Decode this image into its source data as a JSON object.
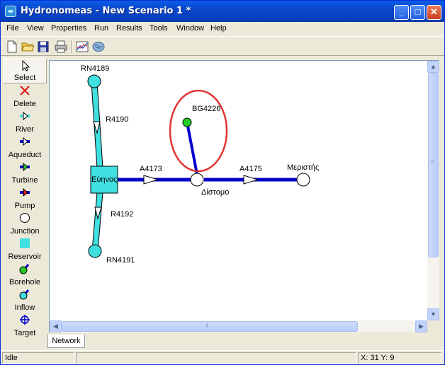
{
  "window": {
    "title": "Hydronomeas - New Scenario 1 *",
    "minimize_glyph": "_",
    "maximize_glyph": "□",
    "close_glyph": "✕"
  },
  "menu": [
    "File",
    "View",
    "Properties",
    "Run",
    "Results",
    "Tools",
    "Window",
    "Help"
  ],
  "toolbar": {
    "icons": [
      "new-file-icon",
      "open-folder-icon",
      "save-disk-icon",
      "print-icon",
      "network-chart-icon",
      "brain-icon"
    ]
  },
  "palette": {
    "items": [
      {
        "label": "Select",
        "icon": "arrow-pointer-icon"
      },
      {
        "label": "Delete",
        "icon": "red-x-icon"
      },
      {
        "label": "River",
        "icon": "river-arrow-icon"
      },
      {
        "label": "Aqueduct",
        "icon": "aqueduct-arrow-icon"
      },
      {
        "label": "Turbine",
        "icon": "turbine-arrow-icon"
      },
      {
        "label": "Pump",
        "icon": "pump-arrow-icon"
      },
      {
        "label": "Junction",
        "icon": "junction-circle-icon"
      },
      {
        "label": "Reservoir",
        "icon": "reservoir-square-icon"
      },
      {
        "label": "Borehole",
        "icon": "borehole-icon"
      },
      {
        "label": "Inflow",
        "icon": "inflow-icon"
      },
      {
        "label": "Target",
        "icon": "target-crosshair-icon"
      }
    ],
    "selected": "Select"
  },
  "network": {
    "labels": {
      "rn4189": "RN4189",
      "r4190": "R4190",
      "reservoir": "Εύηνος",
      "a4173": "A4173",
      "distomo": "Δίστομο",
      "bg4226": "BG4226",
      "a4175": "A4175",
      "meristis": "Μεριστής",
      "r4192": "R4192",
      "rn4191": "RN4191"
    },
    "colors": {
      "river": "#40e0e0",
      "aqueduct": "#0000cc",
      "borehole": "#22cc22",
      "highlight": "#e02020"
    }
  },
  "tabs": [
    "Network"
  ],
  "status": {
    "state": "Idle",
    "coords": "X: 31 Y: 9"
  }
}
